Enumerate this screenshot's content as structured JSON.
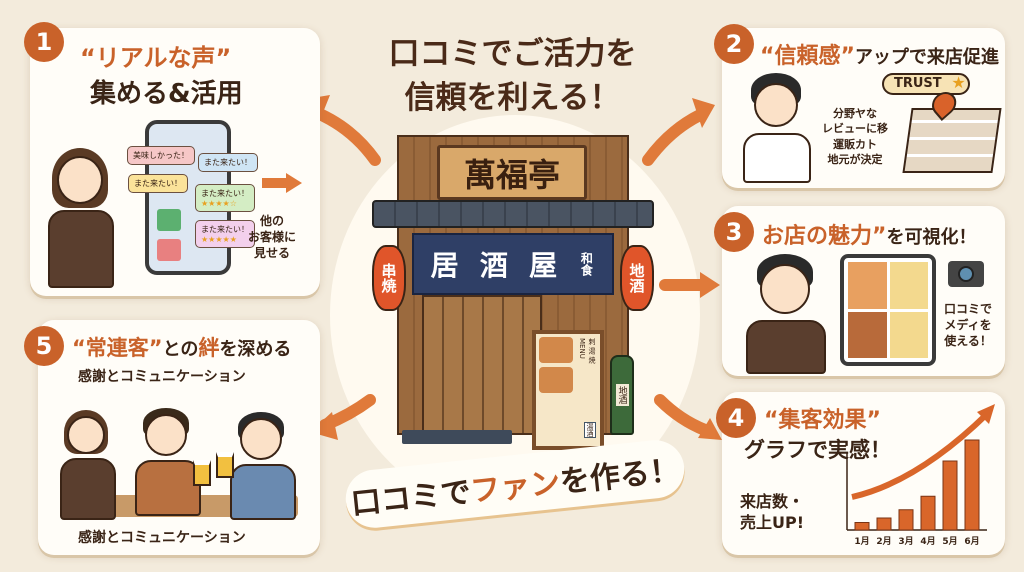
{
  "title": {
    "line1": "口コミでご活力を",
    "line2": "信頼を利える！"
  },
  "store": {
    "sign": "萬福亭",
    "noren": [
      "居",
      "酒",
      "屋"
    ],
    "noren_side": "和食",
    "lantern_left": "串焼",
    "lantern_right": "地酒",
    "menu_board": "MENU",
    "menu_items": "刺 湯 焼",
    "bottle_small": "湯酒",
    "bottle": "地酒"
  },
  "banner": {
    "part1": "口コミで",
    "part2": "ファン",
    "part3": "を作る！"
  },
  "card1": {
    "num": "1",
    "title_accent": "“リアルな声”",
    "title": "集める&活用",
    "bubbles": [
      "美味しかった！",
      "また来たい！",
      "また来たい！",
      "また来たい！",
      "また来たい！"
    ],
    "stars": [
      "★★★★☆",
      "★★★★★"
    ],
    "side_text": [
      "他の",
      "お客様に",
      "見せる"
    ]
  },
  "card2": {
    "num": "2",
    "title_accent": "“信頼感”",
    "title": "アップで来店促進",
    "badge": "TRUST",
    "text": [
      "分野ヤな",
      "レビューに移",
      "運販カト",
      "地元が決定"
    ]
  },
  "card3": {
    "num": "3",
    "title_accent": "お店の魅力”",
    "title": "を可視化！",
    "text": [
      "口コミで",
      "メディを",
      "使える！"
    ]
  },
  "card4": {
    "num": "4",
    "title_accent": "“集客効果”",
    "title": "グラフで実感！",
    "text": [
      "来店数・",
      "売上UP!"
    ]
  },
  "card5": {
    "num": "5",
    "title_accent1": "“常連客”",
    "title_mid": "との",
    "title_accent2": "絆",
    "title_end": "を深める",
    "subtitle": "感謝とコミュニケーション",
    "caption": "感謝とコミュニケーション"
  },
  "colors": {
    "accent": "#c9622a",
    "background": "#f3ebdc",
    "navy": "#2f3f66"
  },
  "chart_data": {
    "type": "bar",
    "categories": [
      "1月",
      "2月",
      "3月",
      "4月",
      "5月",
      "6月"
    ],
    "values": [
      1,
      1.6,
      2.7,
      4.5,
      9.2,
      12
    ],
    "title": "",
    "xlabel": "",
    "ylabel": "",
    "trend_arrow": true
  }
}
